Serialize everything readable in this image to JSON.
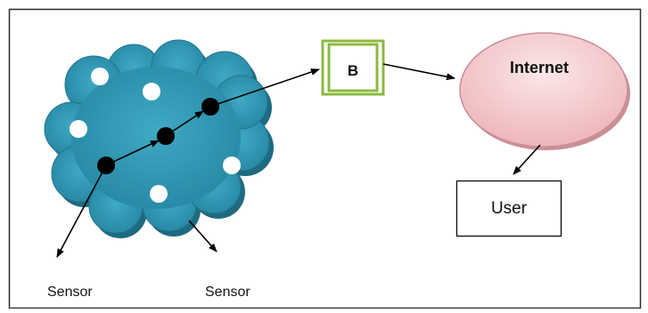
{
  "diagram": {
    "base_station_label": "B",
    "internet_label": "Internet",
    "user_label": "User",
    "sensor_label_left": "Sensor",
    "sensor_label_right": "Sensor"
  },
  "colors": {
    "frame": "#2b2b2b",
    "cloud_fill": "#2f93ad",
    "cloud_shadow": "#1f6a80",
    "node_active": "#000000",
    "node_idle": "#ffffff",
    "base_station_border": "#8db840",
    "internet_fill": "#f2c4c7",
    "internet_border": "#c98f95",
    "arrow": "#000000"
  }
}
